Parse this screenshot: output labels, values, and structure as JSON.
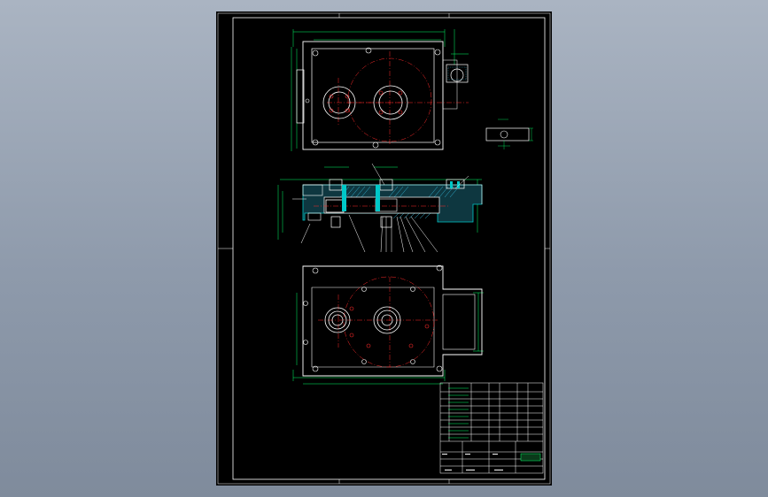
{
  "viewer": {
    "background": "#9aa6b6"
  },
  "drawing": {
    "sheet_color": "#000000",
    "colors": {
      "outline": "#ffffff",
      "dimension": "#00ff66",
      "centerline": "#ff2a2a",
      "section": "#00c8c8",
      "hatch": "#33b5d6",
      "leader": "#ffffff",
      "note": "#00ff3c",
      "title": "#ffff66"
    },
    "views": [
      "top-view",
      "section-view",
      "bottom-view",
      "detail-view"
    ],
    "title_block": {
      "stamp_color": "#00ff66"
    }
  },
  "notes": {
    "title": "",
    "lines": [
      "",
      "",
      ""
    ]
  }
}
